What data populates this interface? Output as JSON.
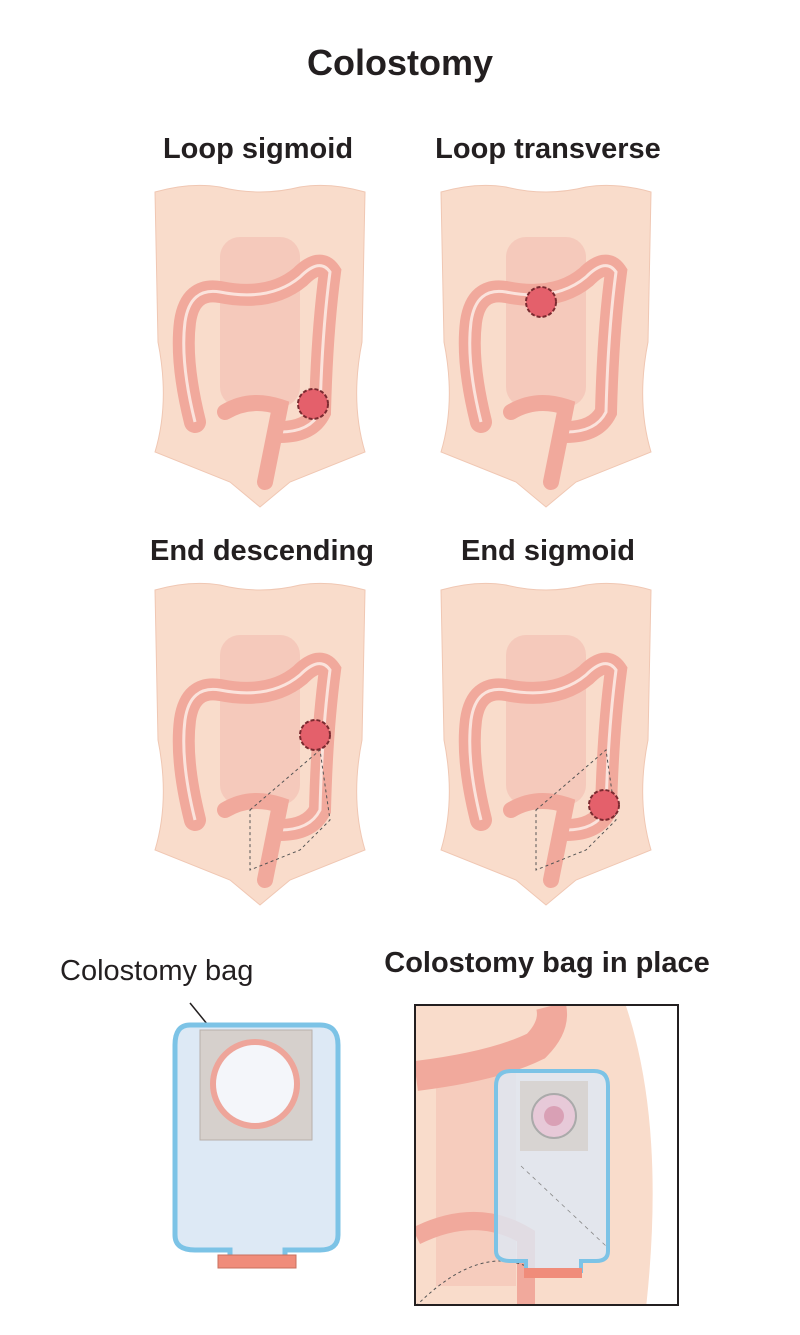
{
  "title": "Colostomy",
  "panels": [
    {
      "label": "Loop sigmoid",
      "stoma": "loop-sigmoid",
      "removed": false
    },
    {
      "label": "Loop transverse",
      "stoma": "loop-transverse",
      "removed": false
    },
    {
      "label": "End descending",
      "stoma": "end-descending",
      "removed": true
    },
    {
      "label": "End sigmoid",
      "stoma": "end-sigmoid",
      "removed": true
    }
  ],
  "bag": {
    "label": "Colostomy bag"
  },
  "in_place": {
    "label": "Colostomy bag in place"
  },
  "colors": {
    "skin": "#f9dccb",
    "colon": "#f1a99c",
    "stoma": "#e4606b",
    "bag": "#dceaf6",
    "bag_edge": "#7cc3e6",
    "outlet": "#f08c7a"
  }
}
